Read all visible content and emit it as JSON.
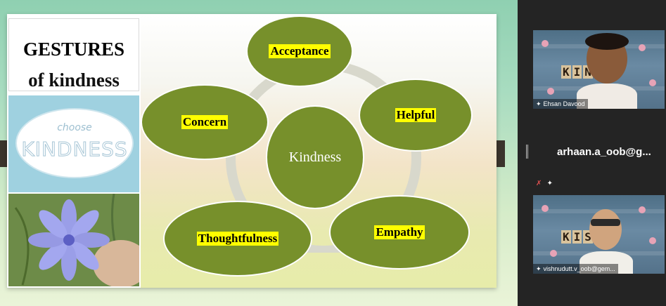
{
  "slide": {
    "title_line1": "GESTURES",
    "title_line2": "of kindness",
    "badge_choose": "choose",
    "badge_kindness": "KINDNESS",
    "diagram": {
      "center": "Kindness",
      "nodes": [
        "Acceptance",
        "Helpful",
        "Empathy",
        "Thoughtfulness",
        "Concern"
      ]
    },
    "colors": {
      "ellipse": "#77902b",
      "highlight": "#ffff00"
    }
  },
  "participants": [
    {
      "name": "Ehsan Davood",
      "has_video": true
    },
    {
      "name": "arhaan.a_oob@g...",
      "has_video": false
    },
    {
      "name": "vishnudutt.v_oob@gem...",
      "has_video": true
    }
  ],
  "icons": {
    "mic": "mic-icon",
    "pin": "pin-icon",
    "muted": "mic-muted-icon"
  }
}
